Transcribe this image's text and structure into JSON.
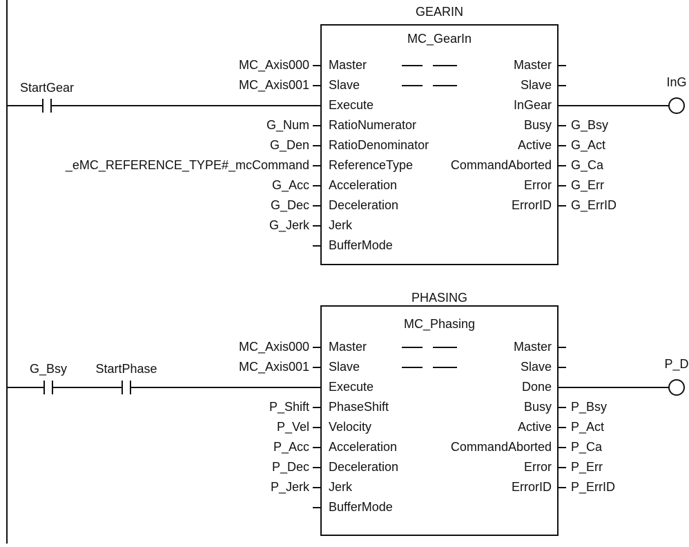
{
  "colors": {
    "line": "#111111",
    "background": "#ffffff"
  },
  "blocks": [
    {
      "instance": "GEARIN",
      "fb_type": "MC_GearIn",
      "pins": [
        {
          "in": "Master",
          "in_var": "MC_Axis000",
          "out": "Master",
          "out_var": "",
          "passthrough": true
        },
        {
          "in": "Slave",
          "in_var": "MC_Axis001",
          "out": "Slave",
          "out_var": "",
          "passthrough": true
        },
        {
          "in": "Execute",
          "in_var": "",
          "out": "InGear",
          "out_var": "",
          "passthrough": false
        },
        {
          "in": "RatioNumerator",
          "in_var": "G_Num",
          "out": "Busy",
          "out_var": "G_Bsy",
          "passthrough": false
        },
        {
          "in": "RatioDenominator",
          "in_var": "G_Den",
          "out": "Active",
          "out_var": "G_Act",
          "passthrough": false
        },
        {
          "in": "ReferenceType",
          "in_var": "_eMC_REFERENCE_TYPE#_mcCommand",
          "out": "CommandAborted",
          "out_var": "G_Ca",
          "passthrough": false
        },
        {
          "in": "Acceleration",
          "in_var": "G_Acc",
          "out": "Error",
          "out_var": "G_Err",
          "passthrough": false
        },
        {
          "in": "Deceleration",
          "in_var": "G_Dec",
          "out": "ErrorID",
          "out_var": "G_ErrID",
          "passthrough": false
        },
        {
          "in": "Jerk",
          "in_var": "G_Jerk",
          "out": "",
          "out_var": "",
          "passthrough": false
        },
        {
          "in": "BufferMode",
          "in_var": "",
          "out": "",
          "out_var": "",
          "passthrough": false
        }
      ],
      "contacts": [
        "StartGear"
      ],
      "coil": "InG"
    },
    {
      "instance": "PHASING",
      "fb_type": "MC_Phasing",
      "pins": [
        {
          "in": "Master",
          "in_var": "MC_Axis000",
          "out": "Master",
          "out_var": "",
          "passthrough": true
        },
        {
          "in": "Slave",
          "in_var": "MC_Axis001",
          "out": "Slave",
          "out_var": "",
          "passthrough": true
        },
        {
          "in": "Execute",
          "in_var": "",
          "out": "Done",
          "out_var": "",
          "passthrough": false
        },
        {
          "in": "PhaseShift",
          "in_var": "P_Shift",
          "out": "Busy",
          "out_var": "P_Bsy",
          "passthrough": false
        },
        {
          "in": "Velocity",
          "in_var": "P_Vel",
          "out": "Active",
          "out_var": "P_Act",
          "passthrough": false
        },
        {
          "in": "Acceleration",
          "in_var": "P_Acc",
          "out": "CommandAborted",
          "out_var": "P_Ca",
          "passthrough": false
        },
        {
          "in": "Deceleration",
          "in_var": "P_Dec",
          "out": "Error",
          "out_var": "P_Err",
          "passthrough": false
        },
        {
          "in": "Jerk",
          "in_var": "P_Jerk",
          "out": "ErrorID",
          "out_var": "P_ErrID",
          "passthrough": false
        },
        {
          "in": "BufferMode",
          "in_var": "",
          "out": "",
          "out_var": "",
          "passthrough": false
        }
      ],
      "contacts": [
        "G_Bsy",
        "StartPhase"
      ],
      "coil": "P_D"
    }
  ]
}
